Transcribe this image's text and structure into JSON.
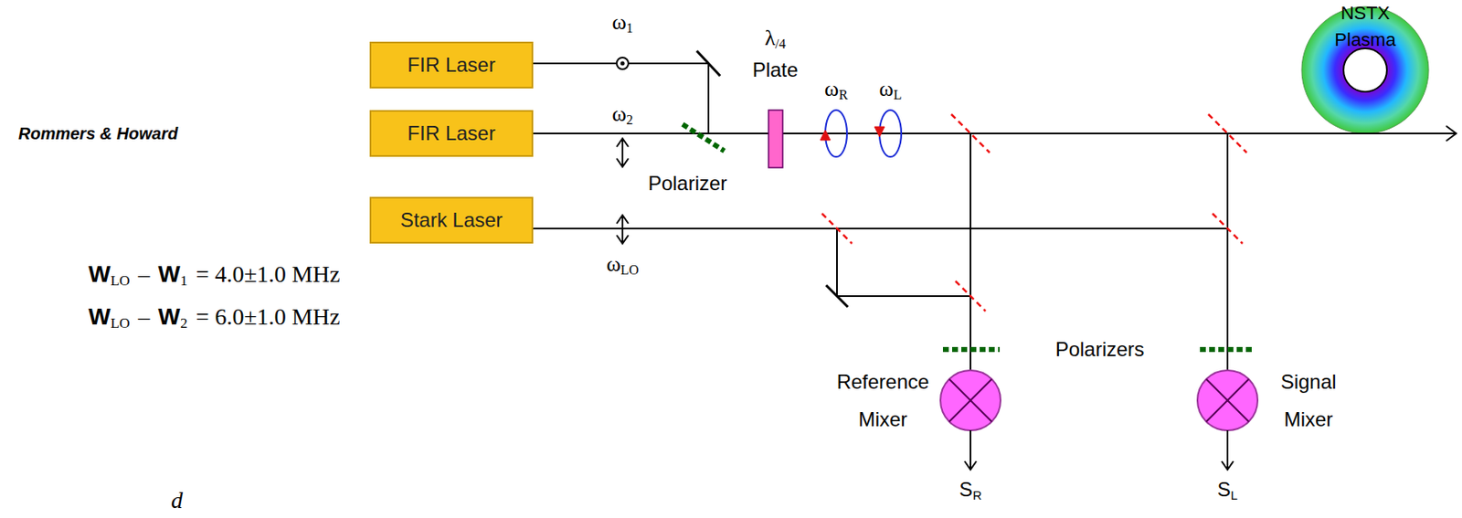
{
  "diagram": {
    "nodes": [
      {
        "text": [
          "FIR Laser"
        ]
      },
      {
        "text": [
          "FIR Laser"
        ]
      },
      {
        "text": [
          "Stark Laser"
        ]
      }
    ],
    "labels": [
      "ω",
      "1",
      "ω",
      "2",
      "ω",
      "LO",
      "Rommers & Howard",
      "Polarizer",
      "λ",
      "/4",
      "Plate",
      "ω",
      "R",
      "ω",
      "L",
      "NSTX",
      "Plasma",
      "Polarizers",
      "Reference",
      "Mixer",
      "Signal",
      "Mixer",
      "S",
      "R",
      "S",
      "L",
      "W",
      "LO",
      "–",
      "W",
      "1",
      "= 4.0±1.0 MHz",
      "W",
      "LO",
      "–",
      "W",
      "2",
      "= 6.0±1.0 MHz",
      "d"
    ]
  }
}
